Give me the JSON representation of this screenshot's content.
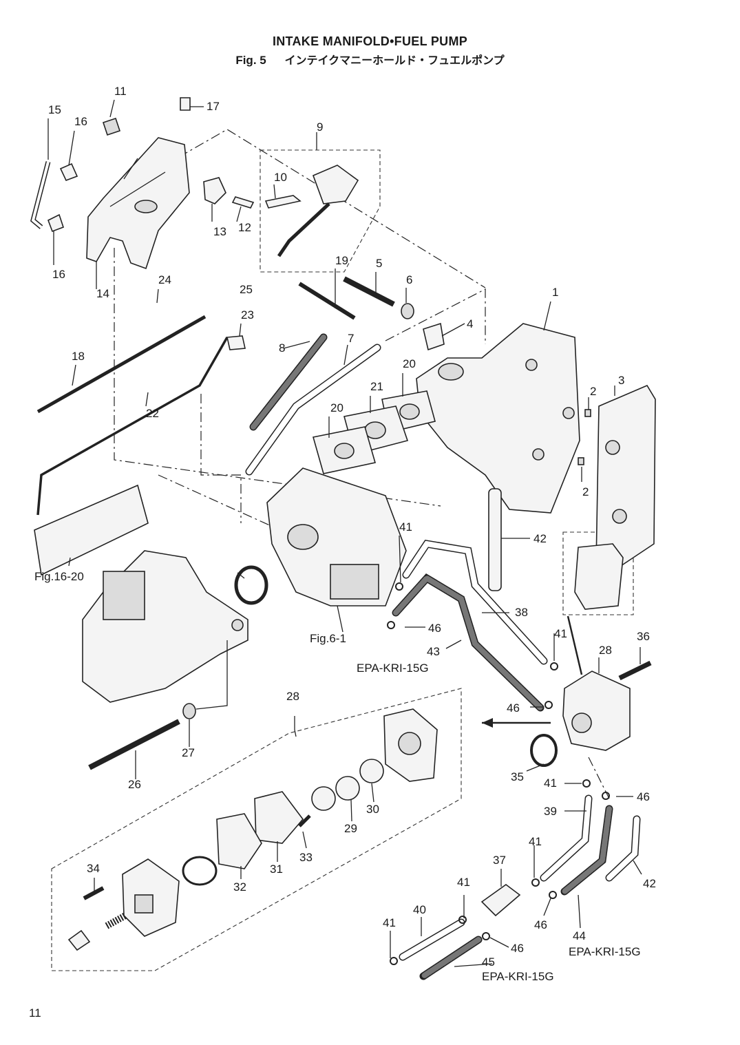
{
  "title": {
    "english": "INTAKE MANIFOLD•FUEL PUMP",
    "figure": "Fig. 5",
    "japanese": "インテイクマニーホールド・フュエルポンプ"
  },
  "page_number": "11",
  "callouts": {
    "c1": "1",
    "c2a": "2",
    "c2b": "2",
    "c3": "3",
    "c4": "4",
    "c5": "5",
    "c6": "6",
    "c7": "7",
    "c8": "8",
    "c9": "9",
    "c10": "10",
    "c11": "11",
    "c12": "12",
    "c13": "13",
    "c14": "14",
    "c15": "15",
    "c16a": "16",
    "c16b": "16",
    "c17": "17",
    "c18": "18",
    "c19": "19",
    "c20a": "20",
    "c20b": "20",
    "c21": "21",
    "c22": "22",
    "c23": "23",
    "c24": "24",
    "c25": "25",
    "c26": "26",
    "c27": "27",
    "c28a": "28",
    "c28b": "28",
    "c29": "29",
    "c30": "30",
    "c31": "31",
    "c32": "32",
    "c33": "33",
    "c34": "34",
    "c35": "35",
    "c36": "36",
    "c37": "37",
    "c38": "38",
    "c39": "39",
    "c40": "40",
    "c41a": "41",
    "c41b": "41",
    "c41c": "41",
    "c41d": "41",
    "c41e": "41",
    "c41f": "41",
    "c42a": "42",
    "c42b": "42",
    "c43": "43",
    "c44": "44",
    "c45": "45",
    "c46a": "46",
    "c46b": "46",
    "c46c": "46",
    "c46d": "46",
    "c46e": "46"
  },
  "references": {
    "fig16": "Fig.16-20",
    "fig6": "Fig.6-1",
    "epa43": "EPA-KRI-15G",
    "epa44": "EPA-KRI-15G",
    "epa45": "EPA-KRI-15G"
  }
}
